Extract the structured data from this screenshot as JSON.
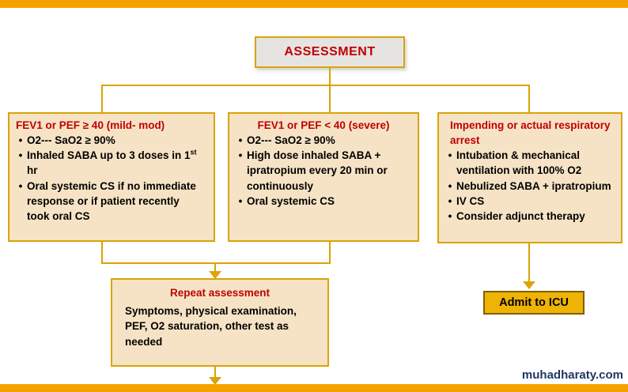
{
  "colors": {
    "background": "#FFFFFF",
    "accent_bar": "#F5A201",
    "accent_line": "#D9A404",
    "box_fill": "#F6E3C5",
    "assessment_fill": "#E6E4E3",
    "heading_red": "#C00000",
    "admit_fill": "#EFB306",
    "admit_border": "#7F6000",
    "watermark": "#1F3864"
  },
  "ui": {
    "bullet": "•"
  },
  "assessment": {
    "label": "ASSESSMENT"
  },
  "boxes": [
    {
      "title": "FEV1 or PEF ≥ 40 (mild- mod)",
      "bullets": [
        "O2--- SaO2 ≥ 90%",
        {
          "pre": "Inhaled SABA  up to 3 doses in 1",
          "sup": "st",
          "post": " hr"
        },
        "Oral systemic CS if no immediate response or if patient recently took oral CS"
      ]
    },
    {
      "title": "FEV1 or PEF < 40 (severe)",
      "bullets": [
        "O2--- SaO2 ≥ 90%",
        "High dose inhaled SABA + ipratropium every 20 min or continuously",
        "Oral systemic CS"
      ]
    },
    {
      "title": "Impending or actual respiratory arrest",
      "bullets": [
        "Intubation & mechanical ventilation with 100% O2",
        "Nebulized SABA  + ipratropium",
        "IV CS",
        "Consider adjunct therapy"
      ]
    }
  ],
  "repeat": {
    "title": "Repeat assessment",
    "body": "Symptoms, physical examination, PEF, O2 saturation, other test as needed"
  },
  "admit": {
    "label": "Admit to ICU"
  },
  "watermark": {
    "label": "muhadharaty.com"
  }
}
